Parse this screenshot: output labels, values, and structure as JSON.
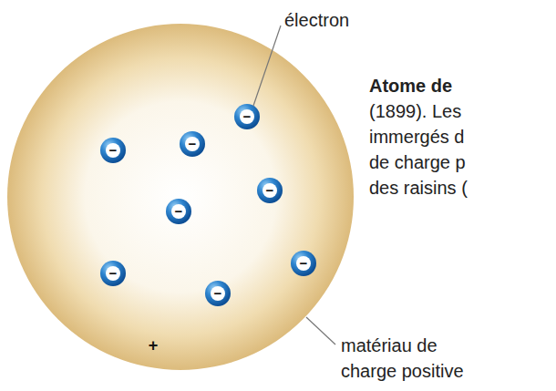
{
  "diagram": {
    "title": "Atome de",
    "labels": [
      "électron",
      "(1899). Les immergés d de charge p des raisins (",
      "matériau de charge positive",
      "+",
      "−",
      "−",
      "−",
      "−",
      "−",
      "−",
      "−",
      "−"
    ]
  }
}
